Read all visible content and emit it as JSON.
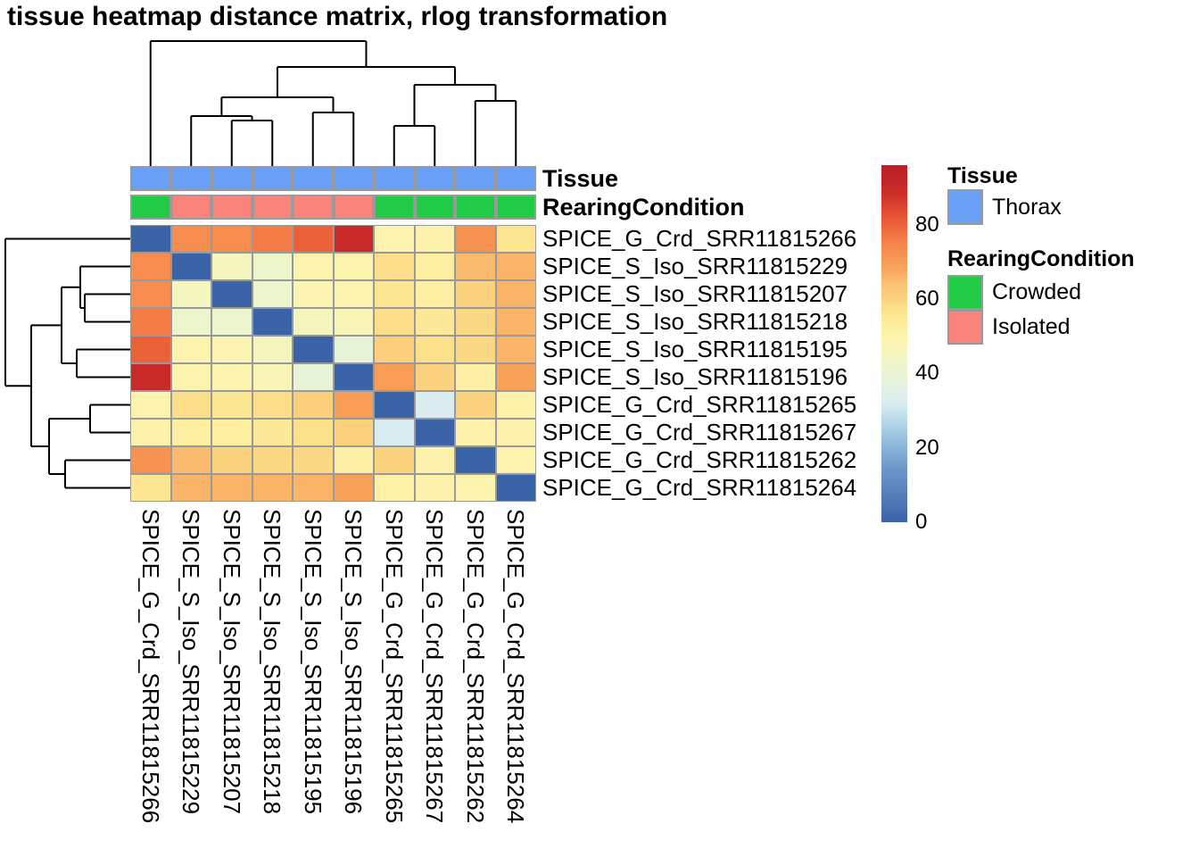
{
  "title": "tissue heatmap distance matrix, rlog transformation",
  "chart_data": {
    "type": "heatmap",
    "subtype": "clustered-distance-matrix",
    "samples": [
      "SPICE_G_Crd_SRR11815266",
      "SPICE_S_Iso_SRR11815229",
      "SPICE_S_Iso_SRR11815207",
      "SPICE_S_Iso_SRR11815218",
      "SPICE_S_Iso_SRR11815195",
      "SPICE_S_Iso_SRR11815196",
      "SPICE_G_Crd_SRR11815265",
      "SPICE_G_Crd_SRR11815267",
      "SPICE_G_Crd_SRR11815262",
      "SPICE_G_Crd_SRR11815264"
    ],
    "matrix": [
      [
        0,
        73,
        73,
        76,
        80,
        90,
        49,
        50,
        72,
        56
      ],
      [
        73,
        0,
        45,
        42,
        49,
        49,
        58,
        53,
        65,
        66
      ],
      [
        73,
        45,
        0,
        41,
        48,
        49,
        56,
        53,
        60,
        66
      ],
      [
        76,
        42,
        41,
        0,
        45,
        47,
        58,
        55,
        59,
        66
      ],
      [
        80,
        49,
        48,
        45,
        0,
        39,
        61,
        57,
        59,
        66
      ],
      [
        90,
        49,
        49,
        47,
        39,
        0,
        70,
        60,
        52,
        69
      ],
      [
        49,
        58,
        56,
        58,
        61,
        70,
        0,
        32,
        60,
        51
      ],
      [
        50,
        53,
        53,
        55,
        57,
        60,
        32,
        0,
        50,
        50
      ],
      [
        72,
        65,
        60,
        59,
        59,
        52,
        60,
        50,
        0,
        49
      ],
      [
        56,
        66,
        66,
        66,
        66,
        69,
        51,
        50,
        49,
        0
      ]
    ],
    "annotations": {
      "row_titles": [
        "Tissue",
        "RearingCondition"
      ],
      "tissue_values": [
        "Thorax",
        "Thorax",
        "Thorax",
        "Thorax",
        "Thorax",
        "Thorax",
        "Thorax",
        "Thorax",
        "Thorax",
        "Thorax"
      ],
      "rearing_values": [
        "Crowded",
        "Isolated",
        "Isolated",
        "Isolated",
        "Isolated",
        "Isolated",
        "Crowded",
        "Crowded",
        "Crowded",
        "Crowded"
      ]
    },
    "annotation_colors": {
      "Thorax": "#6BA0F7",
      "Crowded": "#21CB45",
      "Isolated": "#F8847B"
    },
    "legend": {
      "tissue": {
        "title": "Tissue",
        "items": [
          {
            "label": "Thorax",
            "color": "#6BA0F7"
          }
        ]
      },
      "rearing": {
        "title": "RearingCondition",
        "items": [
          {
            "label": "Crowded",
            "color": "#21CB45"
          },
          {
            "label": "Isolated",
            "color": "#F8847B"
          }
        ]
      }
    },
    "colorbar": {
      "ticks": [
        80,
        60,
        40,
        20,
        0
      ],
      "scale_max": 96
    },
    "palette_stops": [
      [
        0,
        "#3A63A8"
      ],
      [
        15,
        "#6E9BCB"
      ],
      [
        22,
        "#93BEDB"
      ],
      [
        28,
        "#BCDDE9"
      ],
      [
        32,
        "#D9EDF0"
      ],
      [
        36,
        "#E2F1E4"
      ],
      [
        40,
        "#E9F4D3"
      ],
      [
        44,
        "#F1F6C4"
      ],
      [
        48,
        "#FBF4B3"
      ],
      [
        52,
        "#FDF0A4"
      ],
      [
        56,
        "#FCE692"
      ],
      [
        60,
        "#FBD37F"
      ],
      [
        64,
        "#FAC174"
      ],
      [
        68,
        "#F8A75C"
      ],
      [
        72,
        "#F69350"
      ],
      [
        76,
        "#F47C47"
      ],
      [
        80,
        "#EC6238"
      ],
      [
        84,
        "#E04A30"
      ],
      [
        88,
        "#CC3028"
      ],
      [
        92,
        "#C22428"
      ],
      [
        96,
        "#BB2026"
      ]
    ],
    "dendrogram": {
      "height": 140,
      "children": [
        {
          "leaf": 0
        },
        {
          "height": 111,
          "children": [
            {
              "height": 77,
              "children": [
                {
                  "height": 56,
                  "children": [
                    {
                      "leaf": 1
                    },
                    {
                      "height": 51,
                      "children": [
                        {
                          "leaf": 2
                        },
                        {
                          "leaf": 3
                        }
                      ]
                    }
                  ]
                },
                {
                  "height": 60,
                  "children": [
                    {
                      "leaf": 4
                    },
                    {
                      "leaf": 5
                    }
                  ]
                }
              ]
            },
            {
              "height": 91,
              "children": [
                {
                  "height": 45,
                  "children": [
                    {
                      "leaf": 6
                    },
                    {
                      "leaf": 7
                    }
                  ]
                },
                {
                  "height": 73,
                  "children": [
                    {
                      "leaf": 8
                    },
                    {
                      "leaf": 9
                    }
                  ]
                }
              ]
            }
          ]
        }
      ]
    }
  }
}
